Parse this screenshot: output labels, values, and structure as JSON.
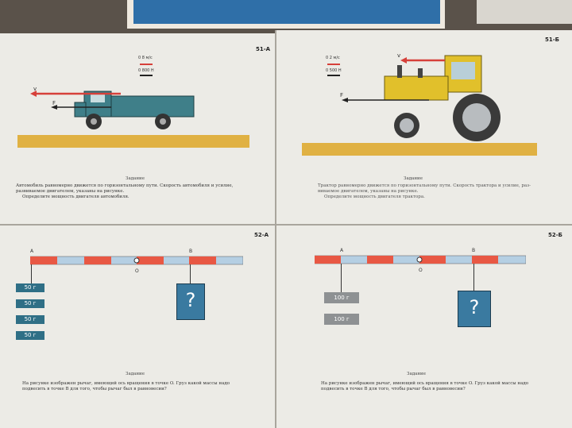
{
  "posters": {
    "p51a": {
      "number": "51-А",
      "scale_v_label": "0   8  м/с",
      "scale_f_label": "0  800  Н",
      "v_label": "v",
      "f_label": "F",
      "task_title": "Задание",
      "task_lines": [
        "Автомобиль равномерно движется по горизонтальному пути. Скорость автомобиля и усилие,",
        "развиваемое двигателем, указаны на рисунке.",
        "Определите мощность двигателя автомобиля."
      ]
    },
    "p51b": {
      "number": "51-Б",
      "scale_v_label": "0  2  м/с",
      "scale_f_label": "0  500  Н",
      "v_label": "v",
      "f_label": "F",
      "task_title": "Задание",
      "task_lines": [
        "Трактор равномерно движется по горизонтальному пути. Скорость трактора и усилие, раз-",
        "виваемое двигателем, указаны на рисунке.",
        "Определите мощность двигателя трактора."
      ]
    },
    "p52a": {
      "number": "52-А",
      "point_a": "A",
      "point_o": "O",
      "point_b": "B",
      "weights": [
        "50 г",
        "50 г",
        "50 г",
        "50 г"
      ],
      "question": "?",
      "task_title": "Задание",
      "task_lines": [
        "На рисунке изображен рычаг, имеющий ось вращения в точке O. Груз какой массы надо",
        "подвесить в точке B для того, чтобы рычаг был в равновесии?"
      ]
    },
    "p52b": {
      "number": "52-Б",
      "point_a": "A",
      "point_o": "O",
      "point_b": "B",
      "weights": [
        "100 г",
        "100 г"
      ],
      "question": "?",
      "task_title": "Задание",
      "task_lines": [
        "На рисунке изображен рычаг, имеющий ось вращения в точке O. Груз какой массы надо",
        "подвесить в точке B для того, чтобы рычаг был в равновесии?"
      ]
    },
    "top_right_label": "51-Б"
  },
  "colors": {
    "poster": "#ecebe6",
    "ground": "#e0b143",
    "truck": "#3f7f89",
    "tractor": "#e1c02b",
    "lever_red": "#e85844",
    "lever_blue": "#b5cfe3",
    "weight_blue": "#2f6f86",
    "weight_gray": "#8e9193",
    "arrow_red": "#d6403a"
  }
}
